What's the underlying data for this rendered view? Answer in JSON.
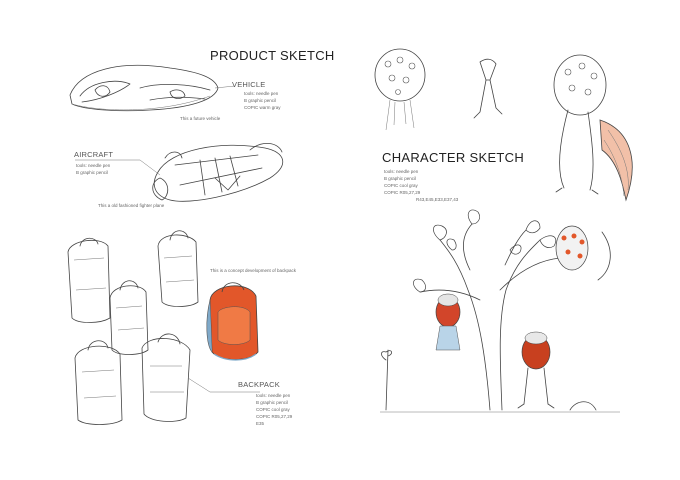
{
  "product": {
    "title": "PRODUCT SKETCH",
    "vehicle": {
      "label": "VEHICLE",
      "tools": [
        "tools: needle pen",
        "B graphic pencil",
        "COPIC warm gray"
      ],
      "caption": "This a future vehicle"
    },
    "aircraft": {
      "label": "AIRCRAFT",
      "tools": [
        "tools: needle pen",
        "B graphic pencil"
      ],
      "caption": "This a old fashioned fighter plane"
    },
    "backpack": {
      "label": "BACKPACK",
      "caption": "This is a concept development of backpack",
      "tools": [
        "tools: needle pen",
        "B graphic pencil",
        "COPIC cool gray",
        "COPIC R05,27,29",
        "E35"
      ]
    }
  },
  "character": {
    "title": "CHARACTER SKETCH",
    "tools": [
      "tools: needle pen",
      "B graphic pencil",
      "COPIC cool gray",
      "COPIC R05,27,29",
      "R43,E45,E33,E37,43"
    ]
  },
  "colors": {
    "ink": "#444444",
    "accent_orange": "#e2572a",
    "accent_brown": "#8a3a1a",
    "accent_blue": "#7fa9c9"
  }
}
